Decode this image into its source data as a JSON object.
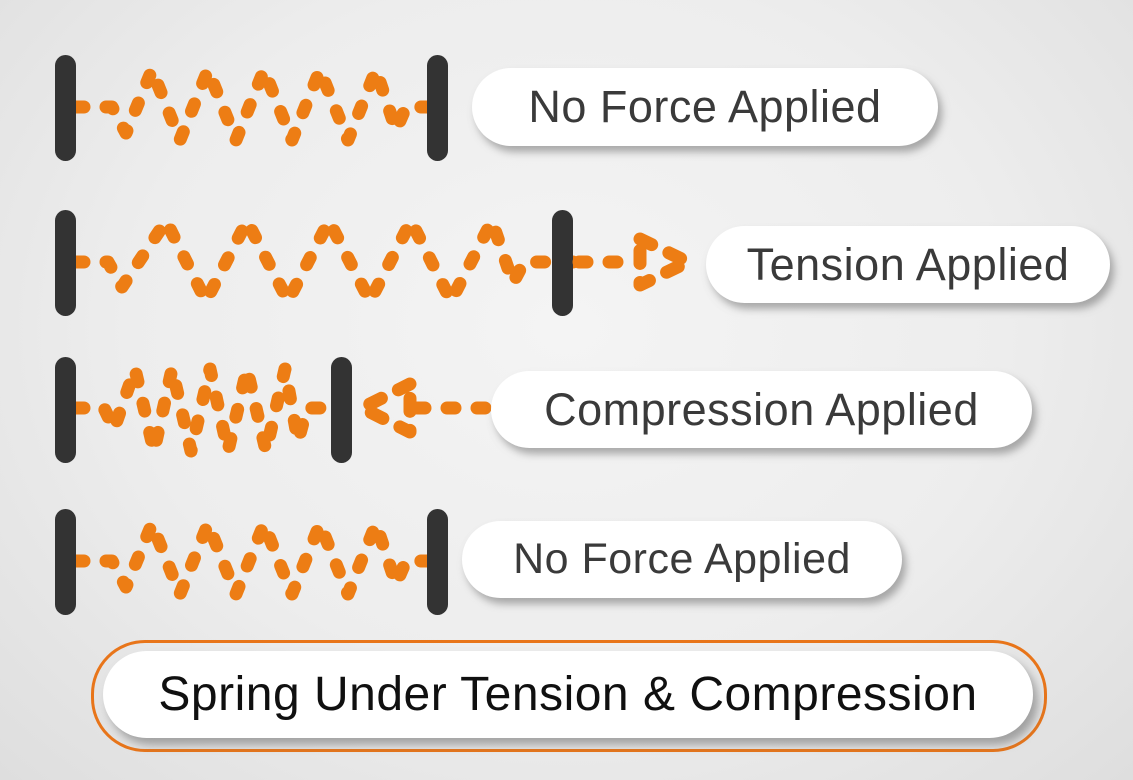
{
  "title": {
    "text": "Spring Under Tension & Compression"
  },
  "rows": [
    {
      "name": "spring-natural-top",
      "state": "natural",
      "label": "No Force Applied"
    },
    {
      "name": "spring-stretched",
      "state": "stretched",
      "label": "Tension Applied",
      "force_arrow": "right"
    },
    {
      "name": "spring-compressed",
      "state": "compressed",
      "label": "Compression Applied",
      "force_arrow": "left"
    },
    {
      "name": "spring-natural-bottom",
      "state": "natural",
      "label": "No Force Applied"
    }
  ],
  "colors": {
    "spring": "#ED7D14",
    "wall": "#333333",
    "label_text": "#3A3A3A",
    "title_text": "#101010",
    "pill_bg": "#FFFFFF",
    "title_border": "#E8751A"
  }
}
